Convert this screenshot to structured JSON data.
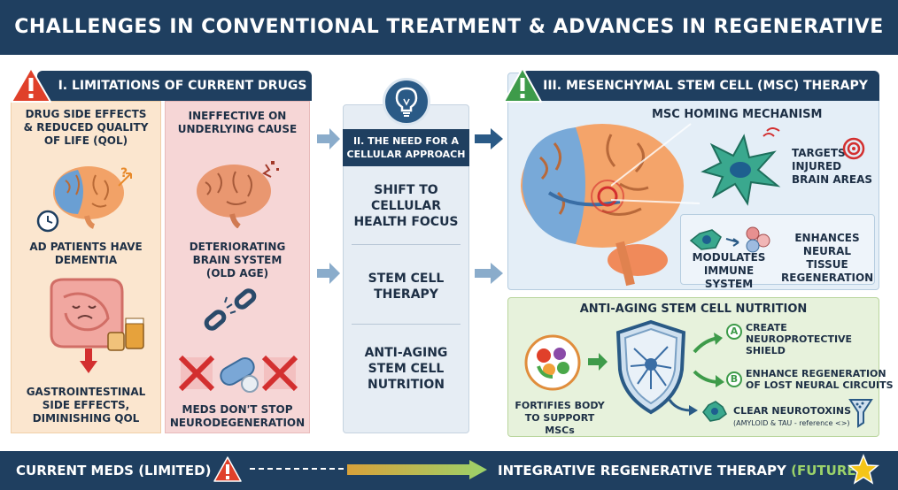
{
  "header": {
    "title": "CHALLENGES IN CONVENTIONAL TREATMENT & ADVANCES IN REGENERATIVE THERAPY"
  },
  "section1": {
    "title": "I. LIMITATIONS OF CURRENT DRUGS",
    "col_a": {
      "heading": [
        "DRUG SIDE EFFECTS",
        "& REDUCED QUALITY",
        "OF LIFE (QOL)"
      ],
      "mid": [
        "AD PATIENTS HAVE",
        "DEMENTIA"
      ],
      "bottom": [
        "GASTROINTESTINAL",
        "SIDE EFFECTS,",
        "DIMINISHING QOL"
      ]
    },
    "col_b": {
      "heading": [
        "INEFFECTIVE ON",
        "UNDERLYING CAUSE"
      ],
      "mid": [
        "DETERIORATING",
        "BRAIN SYSTEM",
        "(OLD AGE)"
      ],
      "bottom": [
        "MEDS DON'T STOP",
        "NEURODEGENERATION"
      ]
    }
  },
  "section2": {
    "title": [
      "II. THE NEED FOR A",
      "CELLULAR APPROACH"
    ],
    "items": [
      [
        "SHIFT TO",
        "CELLULAR",
        "HEALTH FOCUS"
      ],
      [
        "STEM CELL",
        "THERAPY"
      ],
      [
        "ANTI-AGING",
        "STEM CELL",
        "NUTRITION"
      ]
    ]
  },
  "section3": {
    "title": "III. MESENCHYMAL STEM CELL (MSC) THERAPY",
    "homing_title": "MSC HOMING MECHANISM",
    "targets": [
      "TARGETS",
      "INJURED",
      "BRAIN AREAS"
    ],
    "modulates": [
      "MODULATES",
      "IMMUNE SYSTEM"
    ],
    "enhances": [
      "ENHANCES",
      "NEURAL TISSUE",
      "REGENERATION"
    ]
  },
  "section4": {
    "title": "ANTI-AGING STEM CELL NUTRITION",
    "fortifies": [
      "FORTIFIES BODY",
      "TO SUPPORT MSCs"
    ],
    "a_letter": "A",
    "a_text": [
      "CREATE",
      "NEUROPROTECTIVE",
      "SHIELD"
    ],
    "b_letter": "B",
    "b_text": [
      "ENHANCE REGENERATION",
      "OF LOST NEURAL CIRCUITS"
    ],
    "c_text": "CLEAR NEUROTOXINS",
    "c_sub": "(AMYLOID & TAU - reference <>)"
  },
  "footer": {
    "left": "CURRENT MEDS (LIMITED)",
    "right": "INTEGRATIVE REGENERATIVE THERAPY",
    "future": "(FUTURE)"
  },
  "colors": {
    "navy": "#1f3f60",
    "warning_red": "#e0402a",
    "success_green": "#3e9b4a",
    "peach": "#fbe6cf",
    "pink": "#f6d6d6",
    "light_blue": "#e4eef7",
    "light_green": "#e7f2dc"
  }
}
